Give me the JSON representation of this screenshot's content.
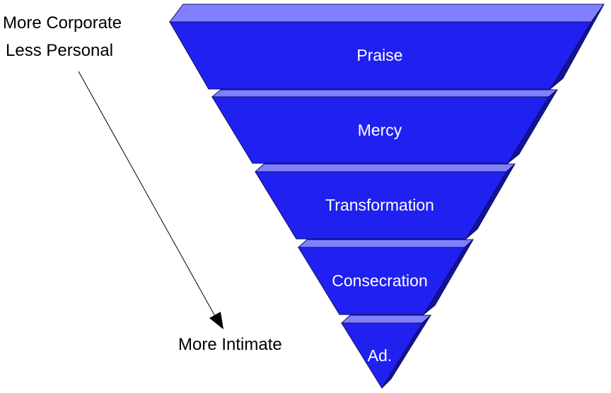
{
  "side_labels": {
    "top_line1": "More Corporate",
    "top_line2": "Less Personal",
    "bottom": "More Intimate"
  },
  "tiers": [
    {
      "label": "Praise"
    },
    {
      "label": "Mercy"
    },
    {
      "label": "Transformation"
    },
    {
      "label": "Consecration"
    },
    {
      "label": "Ad."
    }
  ],
  "colors": {
    "front": "#2020F0",
    "top": "#8080FF",
    "side": "#13139A",
    "outline": "#101060",
    "label": "#FFFFFF",
    "arrow": "#000000"
  },
  "icons": {
    "arrow": "diagonal-arrow-down-icon"
  }
}
